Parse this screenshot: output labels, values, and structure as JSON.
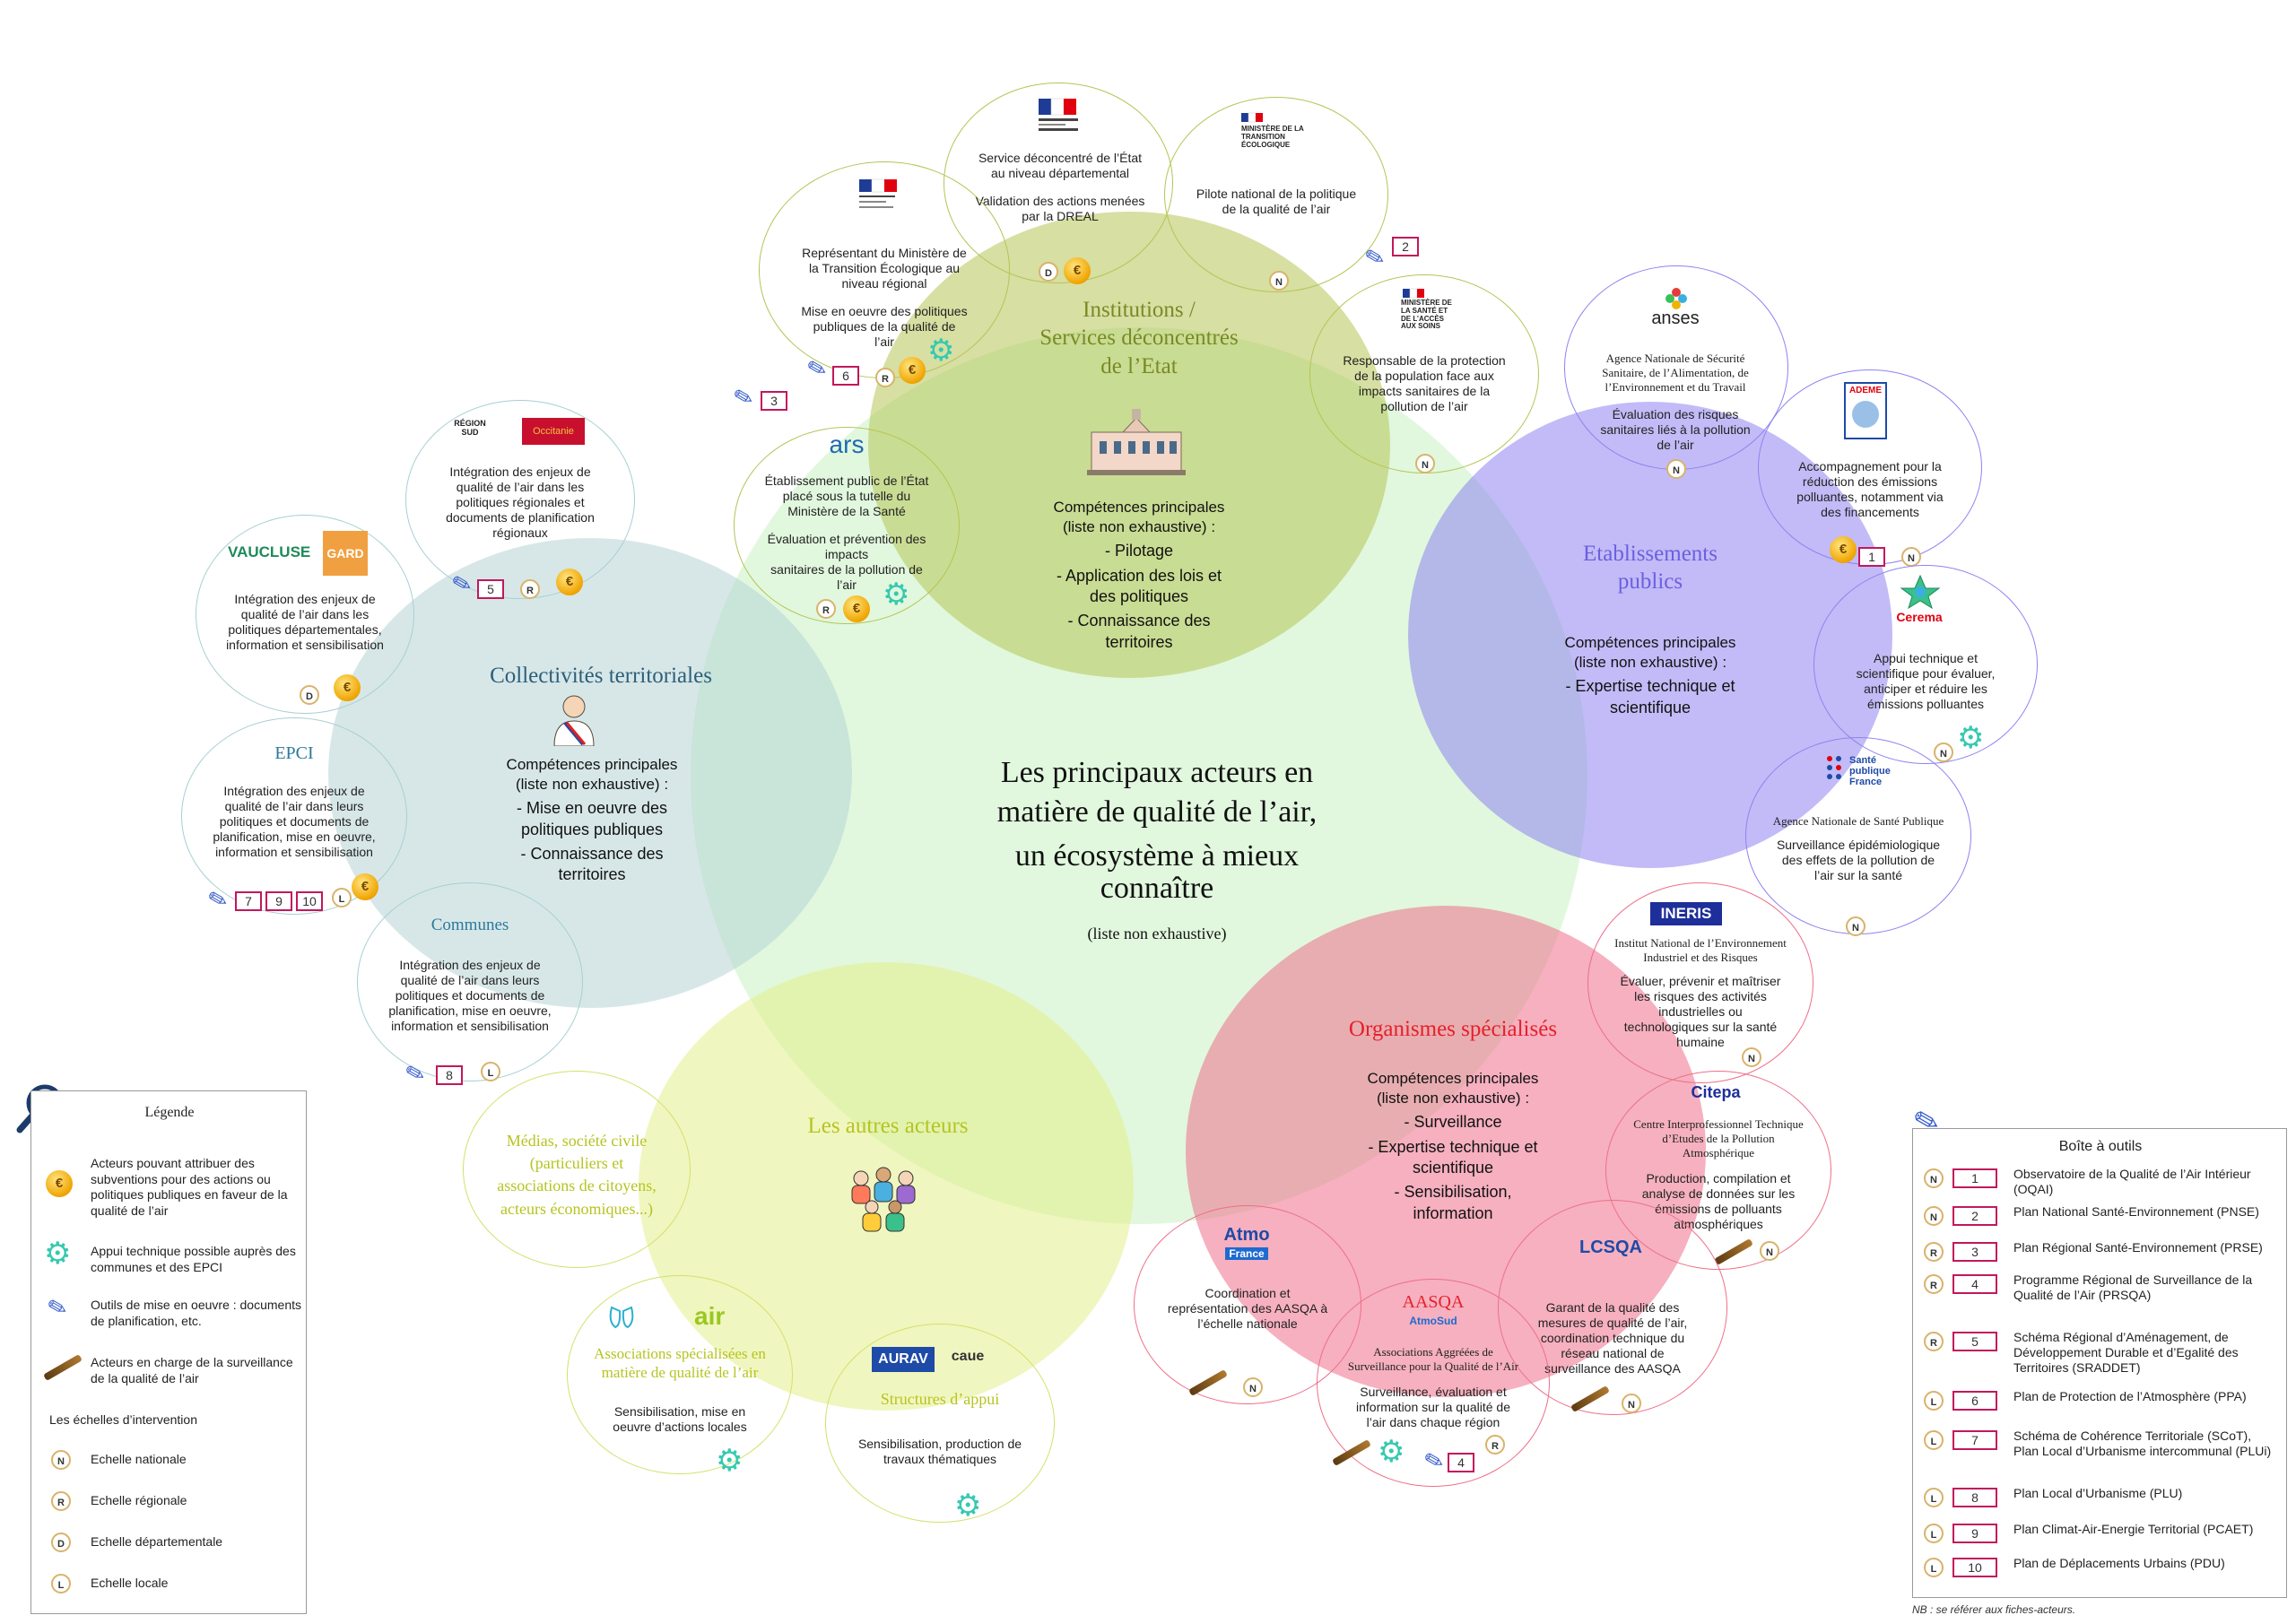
{
  "center": {
    "title_line1": "Les principaux acteurs en",
    "title_line2": "matière de qualité de l’air,",
    "title_line3": "un écosystème à mieux",
    "title_line4": "connaître",
    "subtitle": "(liste non exhaustive)"
  },
  "categories": {
    "institutions": {
      "title_l1": "Institutions /",
      "title_l2": "Services déconcentrés",
      "title_l3": "de l’Etat",
      "comp_l1": "Compétences principales",
      "comp_l2": "(liste non exhaustive) :",
      "skill1": "- Pilotage",
      "skill2a": "- Application des lois et",
      "skill2b": "des politiques",
      "skill3a": "- Connaissance des",
      "skill3b": "territoires",
      "color": "#9aa636"
    },
    "etablissements": {
      "title_l1": "Etablissements",
      "title_l2": "publics",
      "comp_l1": "Compétences principales",
      "comp_l2": "(liste non exhaustive) :",
      "skill1a": "- Expertise technique et",
      "skill1b": "scientifique",
      "color": "#6b5fe0"
    },
    "collectivites": {
      "title": "Collectivités territoriales",
      "comp_l1": "Compétences principales",
      "comp_l2": "(liste non exhaustive) :",
      "skill1a": "- Mise en oeuvre des",
      "skill1b": "politiques publiques",
      "skill2a": "- Connaissance des",
      "skill2b": "territoires",
      "color": "#2c5f7a"
    },
    "organismes": {
      "title": "Organismes spécialisés",
      "comp_l1": "Compétences principales",
      "comp_l2": "(liste non exhaustive) :",
      "skill1": "- Surveillance",
      "skill2a": "- Expertise technique et",
      "skill2b": "scientifique",
      "skill3a": "- Sensibilisation,",
      "skill3b": "information",
      "color": "#e5202a"
    },
    "autres": {
      "title": "Les autres acteurs",
      "color": "#b6c420"
    }
  },
  "actors": {
    "drieat": {
      "t1": "Service déconcentré de l’État",
      "t2": "au niveau départemental",
      "t3": "Validation des actions menées",
      "t4": "par la DREAL"
    },
    "ministere_te": {
      "logo": "MINISTÈRE DE LA TRANSITION ÉCOLOGIQUE",
      "t1": "Pilote national de la politique",
      "t2": "de la qualité de l’air"
    },
    "dreal": {
      "t1": "Représentant du Ministère de",
      "t2": "la Transition Écologique au",
      "t3": "niveau régional",
      "t4": "Mise en oeuvre des politiques",
      "t5": "publiques de la qualité de",
      "t6": "l’air"
    },
    "ministere_sante": {
      "logo": "MINISTÈRE DE LA SANTÉ ET DE L’ACCÈS AUX SOINS",
      "t1": "Responsable de la protection",
      "t2": "de la population face aux",
      "t3": "impacts sanitaires de la",
      "t4": "pollution de l’air"
    },
    "ars": {
      "logo": "ars",
      "t1": "Établissement public de l’État",
      "t2": "placé sous la tutelle du",
      "t3": "Ministère de la Santé",
      "t4": "Évaluation et prévention des",
      "t5": "impacts",
      "t6": "sanitaires de la pollution de",
      "t7": "l’air"
    },
    "anses": {
      "logo": "anses",
      "t1": "Agence Nationale de Sécurité",
      "t2": "Sanitaire, de l’Alimentation, de",
      "t3": "l’Environnement et du Travail",
      "t4": "Évaluation des risques",
      "t5": "sanitaires liés à la pollution",
      "t6": "de l’air"
    },
    "ademe": {
      "logo": "ADEME",
      "t1": "Accompagnement pour la",
      "t2": "réduction des émissions",
      "t3": "polluantes, notamment via",
      "t4": "des financements"
    },
    "cerema": {
      "logo": "Cerema",
      "t1": "Appui technique et",
      "t2": "scientifique pour évaluer,",
      "t3": "anticiper et réduire les",
      "t4": "émissions polluantes"
    },
    "spf": {
      "logo": "Santé publique France",
      "t1": "Agence Nationale de Santé Publique",
      "t2": "Surveillance épidémiologique",
      "t3": "des effets de la pollution de",
      "t4": "l’air sur la santé"
    },
    "region": {
      "logo1": "RÉGION SUD",
      "logo2": "Occitanie",
      "t1": "Intégration des enjeux de",
      "t2": "qualité de l’air dans les",
      "t3": "politiques régionales et",
      "t4": "documents de planification",
      "t5": "régionaux"
    },
    "departements": {
      "logo1": "VAUCLUSE",
      "logo2": "GARD",
      "t1": "Intégration des enjeux de",
      "t2": "qualité de l’air dans les",
      "t3": "politiques départementales,",
      "t4": "information et sensibilisation"
    },
    "epci": {
      "title": "EPCI",
      "t1": "Intégration des enjeux de",
      "t2": "qualité de l’air dans leurs",
      "t3": "politiques et documents de",
      "t4": "planification, mise en oeuvre,",
      "t5": "information et sensibilisation"
    },
    "communes": {
      "title": "Communes",
      "t1": "Intégration des enjeux de",
      "t2": "qualité de l’air dans leurs",
      "t3": "politiques et documents de",
      "t4": "planification, mise en oeuvre,",
      "t5": "information et sensibilisation"
    },
    "ineris": {
      "logo": "INERIS",
      "t1": "Institut National de l’Environnement",
      "t2": "Industriel et des Risques",
      "t3": "Évaluer, prévenir et maîtriser",
      "t4": "les risques des activités",
      "t5": "industrielles ou",
      "t6": "technologiques sur la santé",
      "t7": "humaine"
    },
    "citepa": {
      "logo": "Citepa",
      "t1": "Centre Interprofessionnel Technique",
      "t2": "d’Etudes de la Pollution",
      "t3": "Atmosphérique",
      "t4": "Production, compilation et",
      "t5": "analyse de données sur les",
      "t6": "émissions de polluants",
      "t7": "atmosphériques"
    },
    "atmo": {
      "logo1": "Atmo",
      "logo2": "France",
      "t1": "Coordination et",
      "t2": "représentation des AASQA à",
      "t3": "l’échelle nationale"
    },
    "lcsqa": {
      "logo": "LCSQA",
      "t1": "Garant de la qualité des",
      "t2": "mesures de qualité de l’air,",
      "t3": "coordination technique du",
      "t4": "réseau national de",
      "t5": "surveillance des AASQA"
    },
    "aasqa": {
      "title": "AASQA",
      "logo": "AtmoSud",
      "t1": "Associations Aggréées de",
      "t2": "Surveillance pour la Qualité de l’Air",
      "t3": "Surveillance, évaluation et",
      "t4": "information sur la qualité de",
      "t5": "l’air dans chaque région"
    },
    "medias": {
      "t1": "Médias, société civile",
      "t2": "(particuliers et",
      "t3": "associations de citoyens,",
      "t4": "acteurs économiques...)"
    },
    "assos": {
      "logo1": "air",
      "t_title1": "Associations spécialisées en",
      "t_title2": "matière de qualité de l’air",
      "t1": "Sensibilisation, mise en",
      "t2": "oeuvre d’actions locales"
    },
    "structures": {
      "logo1": "AURAV",
      "logo2": "caue",
      "title": "Structures d’appui",
      "t1": "Sensibilisation, production de",
      "t2": "travaux thématiques"
    }
  },
  "legend": {
    "title": "Légende",
    "item_subventions": "Acteurs pouvant attribuer des subventions pour des actions ou politiques publiques en faveur de la qualité de l’air",
    "item_appui": "Appui technique possible auprès des communes et des EPCI",
    "item_outils": "Outils de mise en oeuvre : documents de planification, etc.",
    "item_surveillance": "Acteurs en charge de la surveillance de la qualité de l’air",
    "scales_title": "Les échelles d’intervention",
    "scale_n": "Echelle nationale",
    "scale_r": "Echelle régionale",
    "scale_d": "Echelle départementale",
    "scale_l": "Echelle locale"
  },
  "toolbox": {
    "title": "Boîte à outils",
    "items": [
      {
        "scale": "N",
        "num": "1",
        "label": "Observatoire de la Qualité de l’Air Intérieur (OQAI)"
      },
      {
        "scale": "N",
        "num": "2",
        "label": "Plan National Santé-Environnement (PNSE)"
      },
      {
        "scale": "R",
        "num": "3",
        "label": "Plan Régional Santé-Environnement (PRSE)"
      },
      {
        "scale": "R",
        "num": "4",
        "label": "Programme Régional de Surveillance de la Qualité de l’Air (PRSQA)"
      },
      {
        "scale": "R",
        "num": "5",
        "label": "Schéma Régional d’Aménagement, de Développement Durable et d’Egalité des Territoires (SRADDET)"
      },
      {
        "scale": "L",
        "num": "6",
        "label": "Plan de Protection de l’Atmosphère (PPA)"
      },
      {
        "scale": "L",
        "num": "7",
        "label": "Schéma de Cohérence Territoriale (SCoT), Plan Local d’Urbanisme intercommunal (PLUi)"
      },
      {
        "scale": "L",
        "num": "8",
        "label": "Plan Local d’Urbanisme (PLU)"
      },
      {
        "scale": "L",
        "num": "9",
        "label": "Plan Climat-Air-Energie Territorial (PCAET)"
      },
      {
        "scale": "L",
        "num": "10",
        "label": "Plan de Déplacements Urbains (PDU)"
      }
    ],
    "note": "NB : se référer aux fiches-acteurs."
  },
  "marks": {
    "N": "N",
    "R": "R",
    "D": "D",
    "L": "L",
    "n1": "1",
    "n2": "2",
    "n3": "3",
    "n4": "4",
    "n5": "5",
    "n6": "6",
    "n7": "7",
    "n8": "8",
    "n9": "9",
    "n10": "10",
    "coin": "€"
  }
}
